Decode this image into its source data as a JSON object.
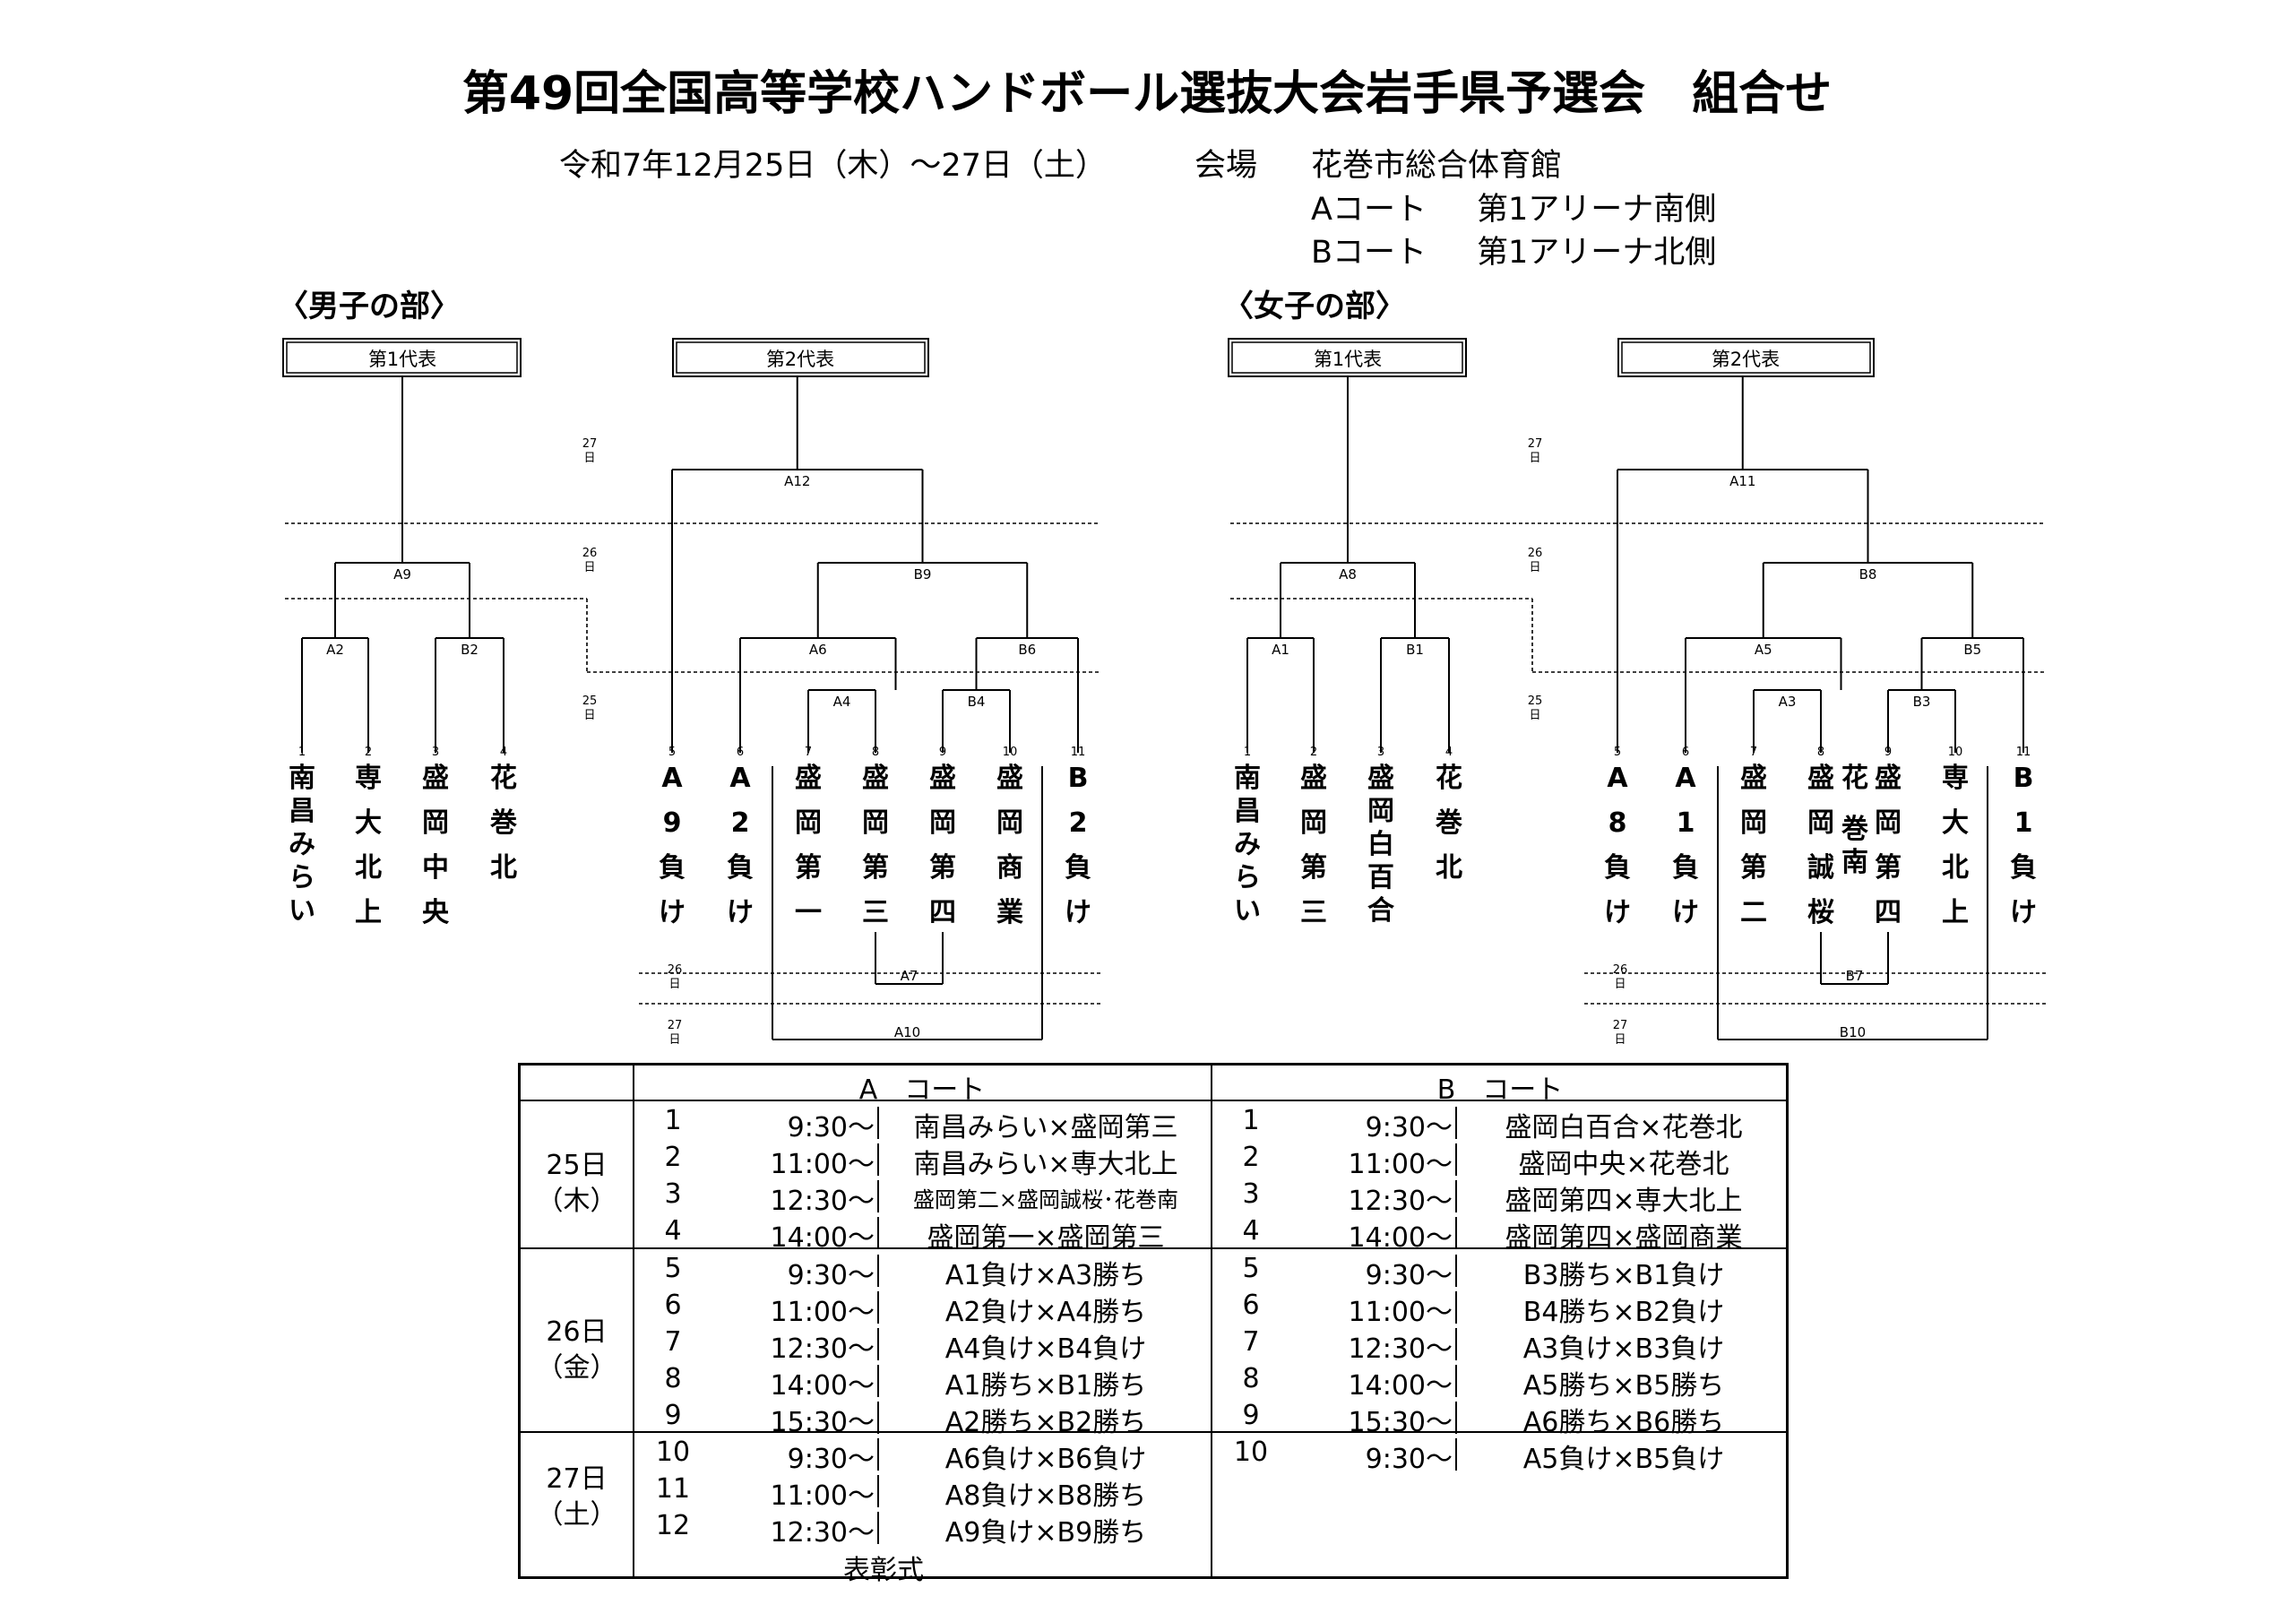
{
  "title": "第49回全国高等学校ハンドボール選抜大会岩手県予選会　組合せ",
  "dates": "令和7年12月25日（木）～27日（土）",
  "venue_label": "会場",
  "venue_name": "花巻市総合体育館",
  "courts": [
    {
      "court": "Aコート",
      "place": "第1アリーナ南側"
    },
    {
      "court": "Bコート",
      "place": "第1アリーナ北側"
    }
  ],
  "sections": [
    {
      "heading": "〈男子の部〉",
      "rep1": "第1代表",
      "rep2": "第2代表",
      "matches": {
        "A2": "A2",
        "B2": "B2",
        "A9": "A9",
        "A4": "A4",
        "B4": "B4",
        "A6": "A6",
        "B6": "B6",
        "B9": "B9",
        "A12": "A12",
        "A7": "A7",
        "A10": "A10"
      },
      "slots": [
        {
          "num": "1",
          "chars": [
            "南",
            "昌",
            "み",
            "ら",
            "い"
          ]
        },
        {
          "num": "2",
          "chars": [
            "専",
            "大",
            "北",
            "上"
          ]
        },
        {
          "num": "3",
          "chars": [
            "盛",
            "岡",
            "中",
            "央"
          ]
        },
        {
          "num": "4",
          "chars": [
            "花",
            "巻",
            "北"
          ]
        },
        {
          "num": "5",
          "chars": [
            "A",
            "9",
            "負",
            "け"
          ]
        },
        {
          "num": "6",
          "chars": [
            "A",
            "2",
            "負",
            "け"
          ]
        },
        {
          "num": "7",
          "chars": [
            "盛",
            "岡",
            "第",
            "一"
          ]
        },
        {
          "num": "8",
          "chars": [
            "盛",
            "岡",
            "第",
            "三"
          ]
        },
        {
          "num": "9",
          "chars": [
            "盛",
            "岡",
            "第",
            "四"
          ]
        },
        {
          "num": "10",
          "chars": [
            "盛",
            "岡",
            "商",
            "業"
          ]
        },
        {
          "num": "11",
          "chars": [
            "B",
            "2",
            "負",
            "け"
          ]
        }
      ]
    },
    {
      "heading": "〈女子の部〉",
      "rep1": "第1代表",
      "rep2": "第2代表",
      "matches": {
        "A2": "A1",
        "B2": "B1",
        "A9": "A8",
        "A4": "A3",
        "B4": "B3",
        "A6": "A5",
        "B6": "B5",
        "B9": "B8",
        "A12": "A11",
        "A7": "B7",
        "A10": "B10"
      },
      "slots": [
        {
          "num": "1",
          "chars": [
            "南",
            "昌",
            "み",
            "ら",
            "い"
          ]
        },
        {
          "num": "2",
          "chars": [
            "盛",
            "岡",
            "第",
            "三"
          ]
        },
        {
          "num": "3",
          "chars": [
            "盛",
            "岡",
            "白",
            "百",
            "合"
          ]
        },
        {
          "num": "4",
          "chars": [
            "花",
            "巻",
            "北"
          ]
        },
        {
          "num": "5",
          "chars": [
            "A",
            "8",
            "負",
            "け"
          ]
        },
        {
          "num": "6",
          "chars": [
            "A",
            "1",
            "負",
            "け"
          ]
        },
        {
          "num": "7",
          "chars": [
            "盛",
            "岡",
            "第",
            "二"
          ]
        },
        {
          "num": "8",
          "chars": [
            "盛",
            "岡",
            "誠",
            "桜"
          ],
          "chars2": [
            "花",
            "巻",
            "南"
          ]
        },
        {
          "num": "9",
          "chars": [
            "盛",
            "岡",
            "第",
            "四"
          ]
        },
        {
          "num": "10",
          "chars": [
            "専",
            "大",
            "北",
            "上"
          ]
        },
        {
          "num": "11",
          "chars": [
            "B",
            "1",
            "負",
            "け"
          ]
        }
      ]
    }
  ],
  "day_marks": {
    "d27": [
      "27",
      "日"
    ],
    "d26": [
      "26",
      "日"
    ],
    "d25": [
      "25",
      "日"
    ]
  },
  "schedule": {
    "court_a": "A　コート",
    "court_b": "B　コート",
    "days": [
      {
        "day": "25日",
        "dow": "（木）",
        "a": [
          [
            "1",
            "9:30～",
            "南昌みらい×盛岡第三"
          ],
          [
            "2",
            "11:00～",
            "南昌みらい×専大北上"
          ],
          [
            "3",
            "12:30～",
            "盛岡第二×盛岡誠桜･花巻南"
          ],
          [
            "4",
            "14:00～",
            "盛岡第一×盛岡第三"
          ]
        ],
        "b": [
          [
            "1",
            "9:30～",
            "盛岡白百合×花巻北"
          ],
          [
            "2",
            "11:00～",
            "盛岡中央×花巻北"
          ],
          [
            "3",
            "12:30～",
            "盛岡第四×専大北上"
          ],
          [
            "4",
            "14:00～",
            "盛岡第四×盛岡商業"
          ]
        ]
      },
      {
        "day": "26日",
        "dow": "（金）",
        "a": [
          [
            "5",
            "9:30～",
            "A1負け×A3勝ち"
          ],
          [
            "6",
            "11:00～",
            "A2負け×A4勝ち"
          ],
          [
            "7",
            "12:30～",
            "A4負け×B4負け"
          ],
          [
            "8",
            "14:00～",
            "A1勝ち×B1勝ち"
          ],
          [
            "9",
            "15:30～",
            "A2勝ち×B2勝ち"
          ]
        ],
        "b": [
          [
            "5",
            "9:30～",
            "B3勝ち×B1負け"
          ],
          [
            "6",
            "11:00～",
            "B4勝ち×B2負け"
          ],
          [
            "7",
            "12:30～",
            "A3負け×B3負け"
          ],
          [
            "8",
            "14:00～",
            "A5勝ち×B5勝ち"
          ],
          [
            "9",
            "15:30～",
            "A6勝ち×B6勝ち"
          ]
        ]
      },
      {
        "day": "27日",
        "dow": "（土）",
        "a": [
          [
            "10",
            "9:30～",
            "A6負け×B6負け"
          ],
          [
            "11",
            "11:00～",
            "A8負け×B8勝ち"
          ],
          [
            "12",
            "12:30～",
            "A9負け×B9勝ち"
          ]
        ],
        "b": [
          [
            "10",
            "9:30～",
            "A5負け×B5負け"
          ]
        ]
      }
    ],
    "ceremony": "表彰式"
  }
}
